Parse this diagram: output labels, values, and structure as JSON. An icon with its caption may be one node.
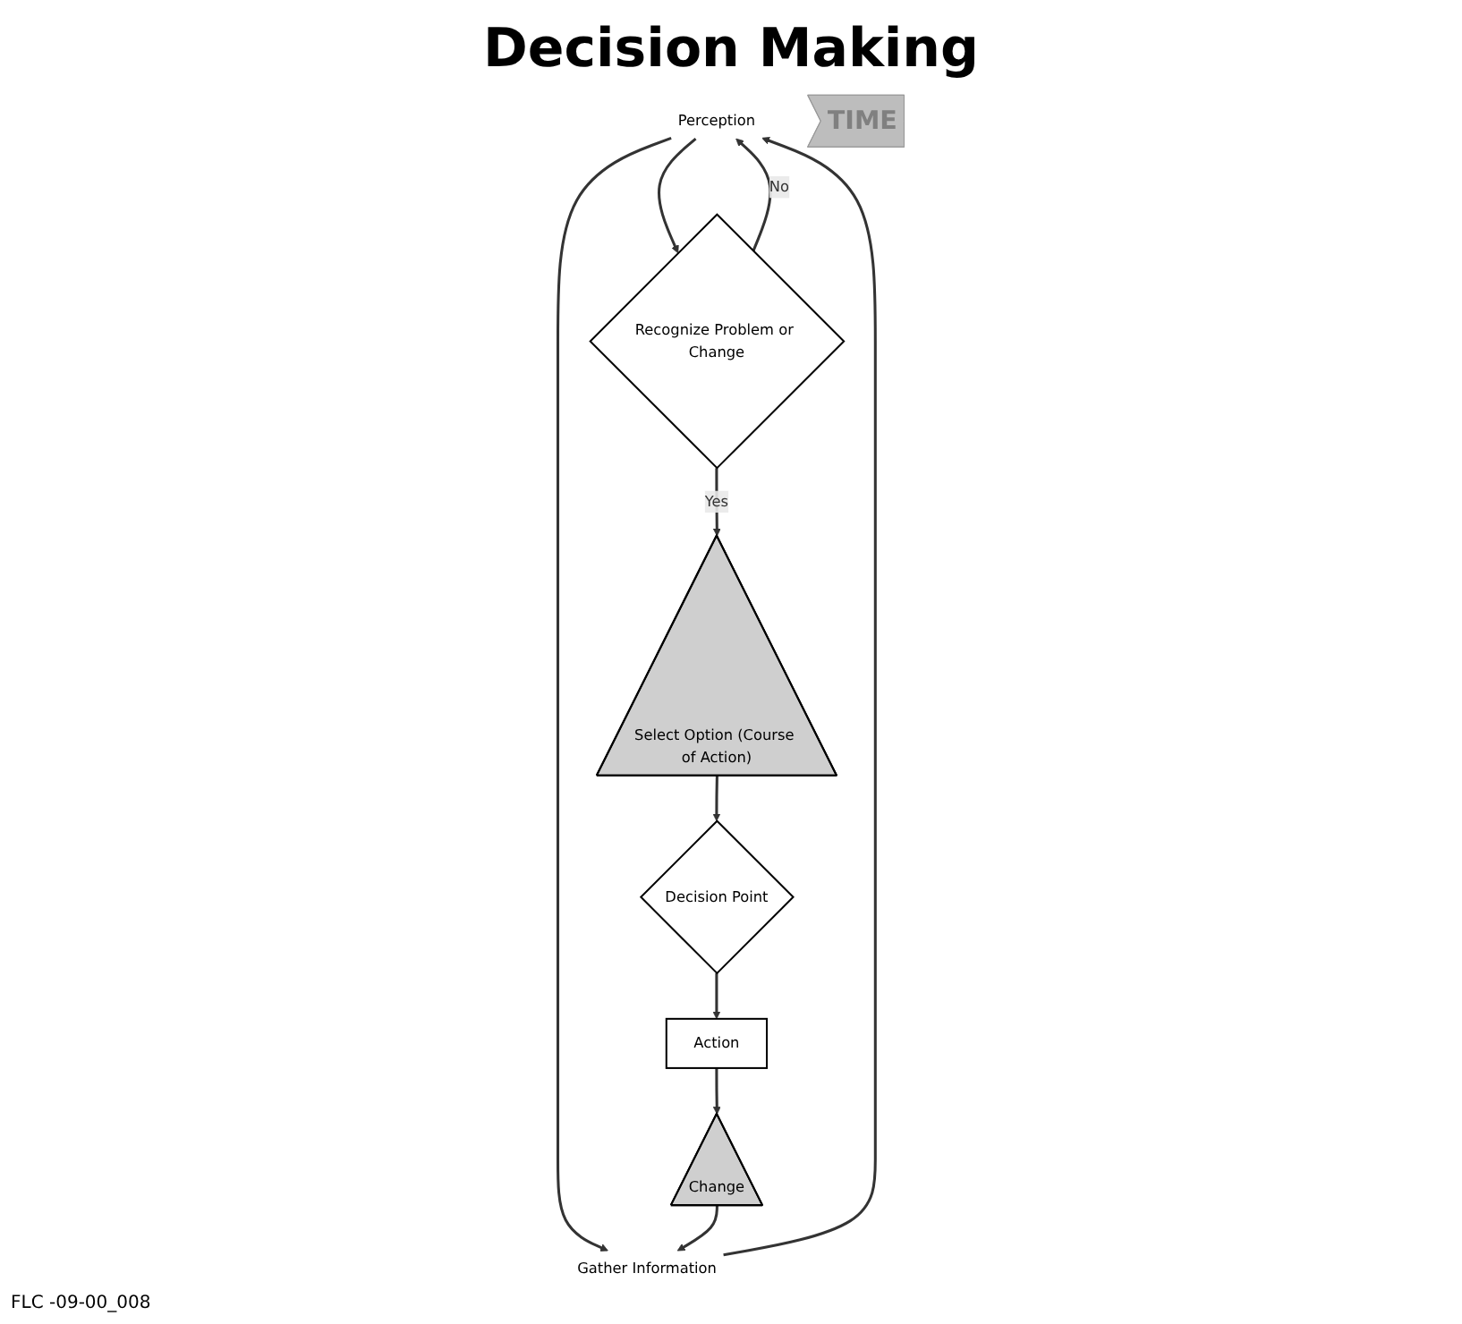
{
  "diagram": {
    "title": "Decision Making",
    "nodes": [
      {
        "text": [
          "Perception"
        ]
      },
      {
        "text": [
          "Gather Information"
        ]
      },
      {
        "text": [
          "Recognize Problem or Change"
        ]
      },
      {
        "text": [
          "Select Option (Course of Action)"
        ]
      },
      {
        "text": [
          "Decision Point"
        ]
      },
      {
        "text": [
          "Action"
        ]
      },
      {
        "text": [
          "Change"
        ]
      },
      {
        "text": [
          "TIME"
        ]
      }
    ],
    "edges": [
      {
        "from": 0,
        "to": 1,
        "arrow": "to"
      },
      {
        "from": 1,
        "to": 0,
        "arrow": "to"
      },
      {
        "from": 0,
        "to": 2,
        "arrow": "to"
      },
      {
        "from": 2,
        "to": 0,
        "arrow": "to",
        "label": "No"
      },
      {
        "from": 2,
        "to": 3,
        "arrow": "to",
        "label": "Yes"
      },
      {
        "from": 3,
        "to": 4,
        "arrow": "to"
      },
      {
        "from": 4,
        "to": 5,
        "arrow": "to"
      },
      {
        "from": 5,
        "to": 6,
        "arrow": "to"
      },
      {
        "from": 6,
        "to": 1,
        "arrow": "to"
      }
    ],
    "labels": [
      "FLC -09-00_008"
    ]
  }
}
